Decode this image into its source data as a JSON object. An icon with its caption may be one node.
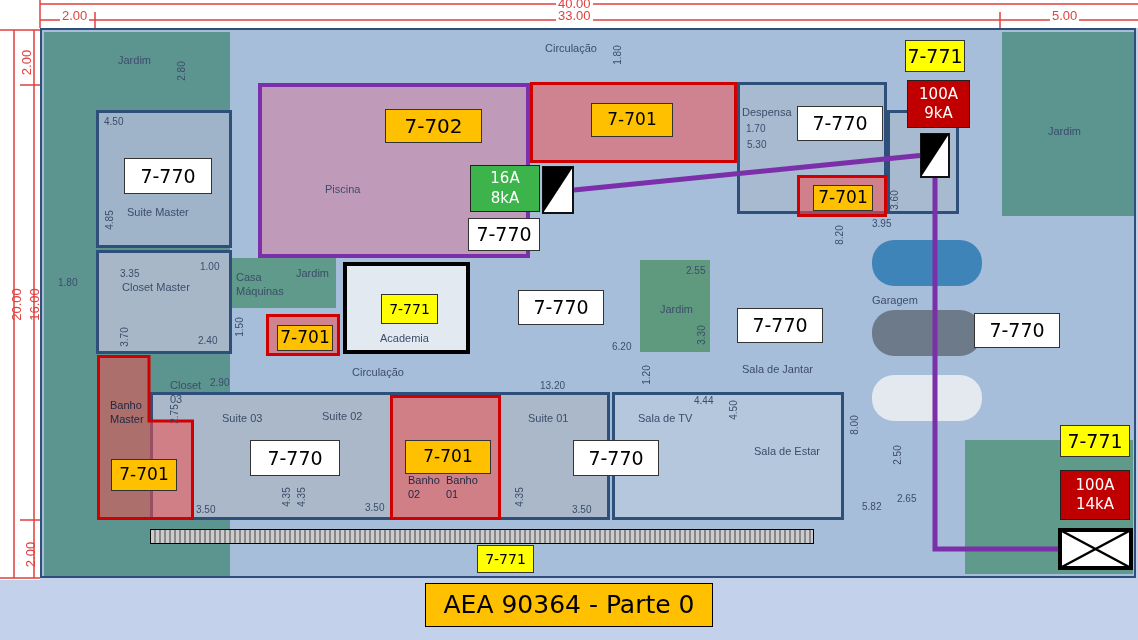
{
  "diagram": {
    "title": "AEA 90364 - Parte 0",
    "nodes": [
      {
        "text": [
          "7-702"
        ]
      },
      {
        "text": [
          "7-701"
        ]
      },
      {
        "text": [
          "7-701"
        ]
      },
      {
        "text": [
          "7-701"
        ]
      },
      {
        "text": [
          "7-771"
        ]
      },
      {
        "text": [
          "7-701"
        ]
      },
      {
        "text": [
          "7-701"
        ]
      },
      {
        "text": [
          "16A 8kA"
        ]
      },
      {
        "text": [],
        "shape": "box"
      },
      {
        "text": [
          "7-771"
        ]
      },
      {
        "text": [
          "100A 9kA"
        ]
      },
      {
        "text": [],
        "shape": "box"
      },
      {
        "text": [
          "7-771"
        ]
      },
      {
        "text": [
          "100A 14kA"
        ]
      },
      {
        "text": [],
        "shape": "box"
      },
      {
        "text": [
          "7-771"
        ]
      },
      {
        "text": [
          "7-770"
        ]
      },
      {
        "text": [
          "7-770"
        ]
      },
      {
        "text": [
          "7-770"
        ]
      },
      {
        "text": [
          "7-770"
        ]
      },
      {
        "text": [
          "7-770"
        ]
      },
      {
        "text": [
          "7-770"
        ]
      },
      {
        "text": [
          "7-770"
        ]
      },
      {
        "text": [
          "7-770"
        ]
      },
      {
        "text": [],
        "shape": "bar"
      }
    ],
    "edges": [
      {
        "from": 8,
        "to": 11,
        "arrow": "none"
      },
      {
        "from": 11,
        "to": 14,
        "arrow": "none"
      }
    ],
    "labels": [
      "40.00",
      "2.00",
      "33.00",
      "5.00",
      "2.00",
      "20.00",
      "16.00",
      "2.00",
      "Circulação",
      "Jardim",
      "Suite Master",
      "Closet Master",
      "Casa Máquinas",
      "Jardim",
      "Piscina",
      "Academia",
      "Despensa",
      "Jardim",
      "Jardim",
      "Garagem",
      "Circulação",
      "Sala de Jantar",
      "Banho Master",
      "Closet 03",
      "Suite 03",
      "Suite 02",
      "Banho 02",
      "Banho 01",
      "Suite 01",
      "Sala de TV",
      "Sala de Estar",
      "4.50",
      "4.85",
      "1.80",
      "2.80",
      "3.35",
      "1.00",
      "1.80",
      "3.70",
      "2.40",
      "1.50",
      "2.90",
      "2.75",
      "4.35",
      "4.35",
      "3.50",
      "3.50",
      "13.20",
      "1.20",
      "6.20",
      "2.55",
      "3.30",
      "4.44",
      "4.50",
      "4.35",
      "3.50",
      "8.00",
      "2.50",
      "5.82",
      "2.65",
      "8.20",
      "3.95",
      "3.60",
      "1.70",
      "5.30"
    ]
  }
}
